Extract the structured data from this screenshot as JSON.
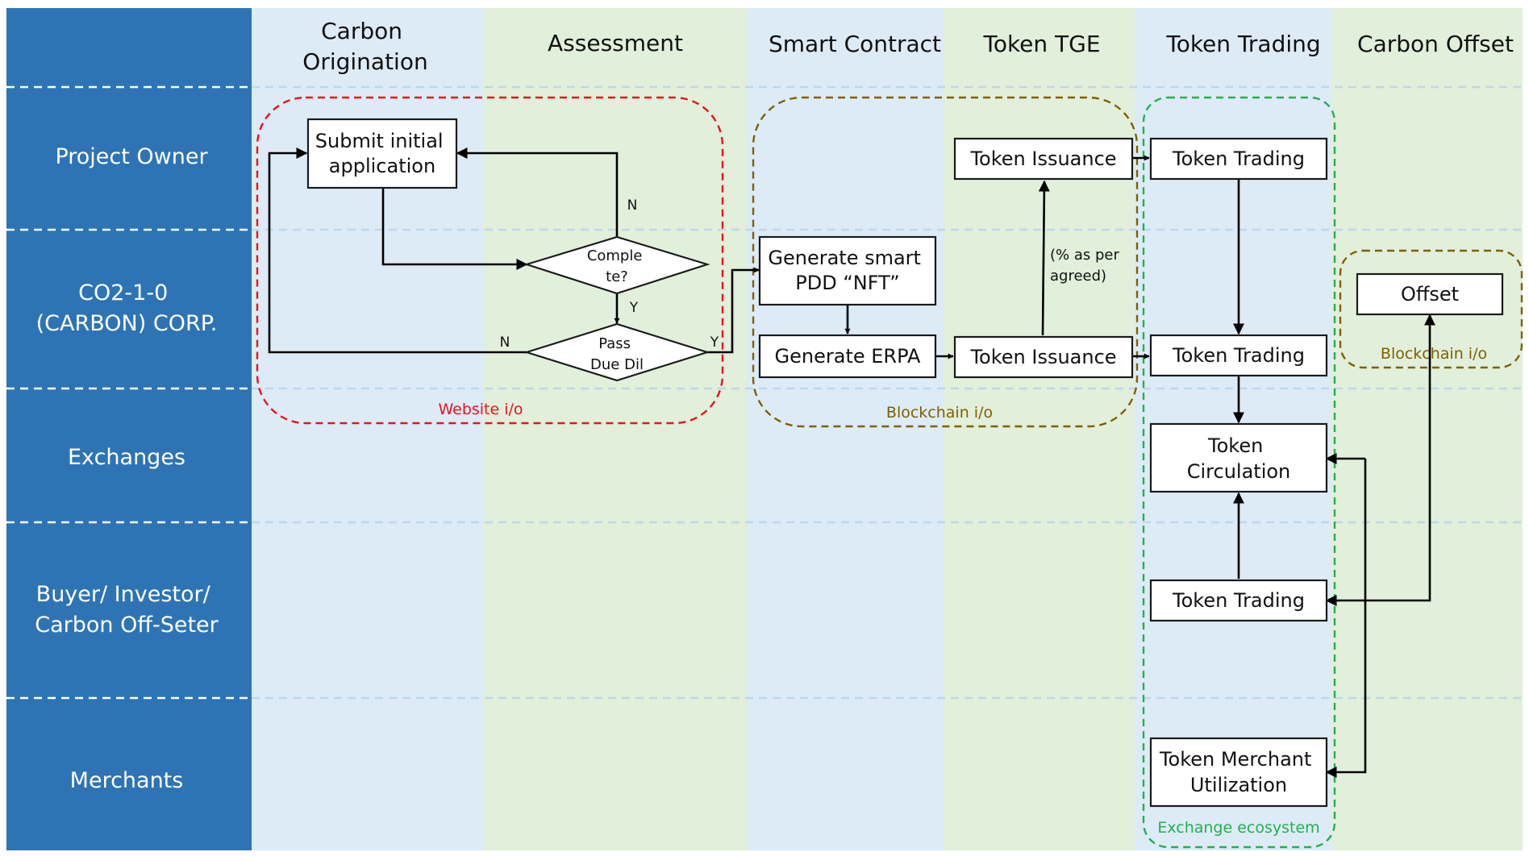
{
  "colors": {
    "lane_header_bg": "#2E74B5",
    "phase_blue": "#DDEBF7",
    "phase_green": "#E2EFDA",
    "website_group": "#E8141B",
    "blockchain_group": "#7F6000",
    "exchange_group": "#22B14C",
    "divider": "#ffffff"
  },
  "phases": {
    "carbon_origination": [
      "Carbon",
      "Origination"
    ],
    "assessment": "Assessment",
    "smart_contract": "Smart Contract",
    "token_tge": "Token TGE",
    "token_trading": "Token Trading",
    "carbon_offset": "Carbon Offset"
  },
  "lanes": {
    "project_owner": "Project Owner",
    "corp": [
      "CO2-1-0",
      "(CARBON) CORP."
    ],
    "exchanges": "Exchanges",
    "buyer": [
      "Buyer/ Investor/",
      "Carbon Off-Seter"
    ],
    "merchants": "Merchants"
  },
  "nodes": {
    "submit_application": [
      "Submit initial",
      "application"
    ],
    "complete_decision": [
      "Comple",
      "te?"
    ],
    "due_dil_decision": [
      "Pass",
      "Due Dil"
    ],
    "generate_pdd": [
      "Generate smart",
      "PDD “NFT”"
    ],
    "generate_erpa": "Generate ERPA",
    "token_issuance_owner": "Token Issuance",
    "token_issuance_corp": "Token Issuance",
    "token_trading_owner": "Token Trading",
    "token_trading_corp": "Token Trading",
    "token_circulation": [
      "Token",
      "Circulation"
    ],
    "token_trading_buyer": "Token Trading",
    "token_merchant_utilization": [
      "Token Merchant",
      "Utilization"
    ],
    "offset": "Offset"
  },
  "edge_labels": {
    "complete_no": "N",
    "complete_yes": "Y",
    "due_dil_no": "N",
    "due_dil_yes": "Y",
    "issuance_note": [
      "(% as per",
      "agreed)"
    ]
  },
  "groups": {
    "website": "Website i/o",
    "blockchain_main": "Blockchain i/o",
    "blockchain_offset": "Blockchain i/o",
    "exchange": "Exchange ecosystem"
  }
}
